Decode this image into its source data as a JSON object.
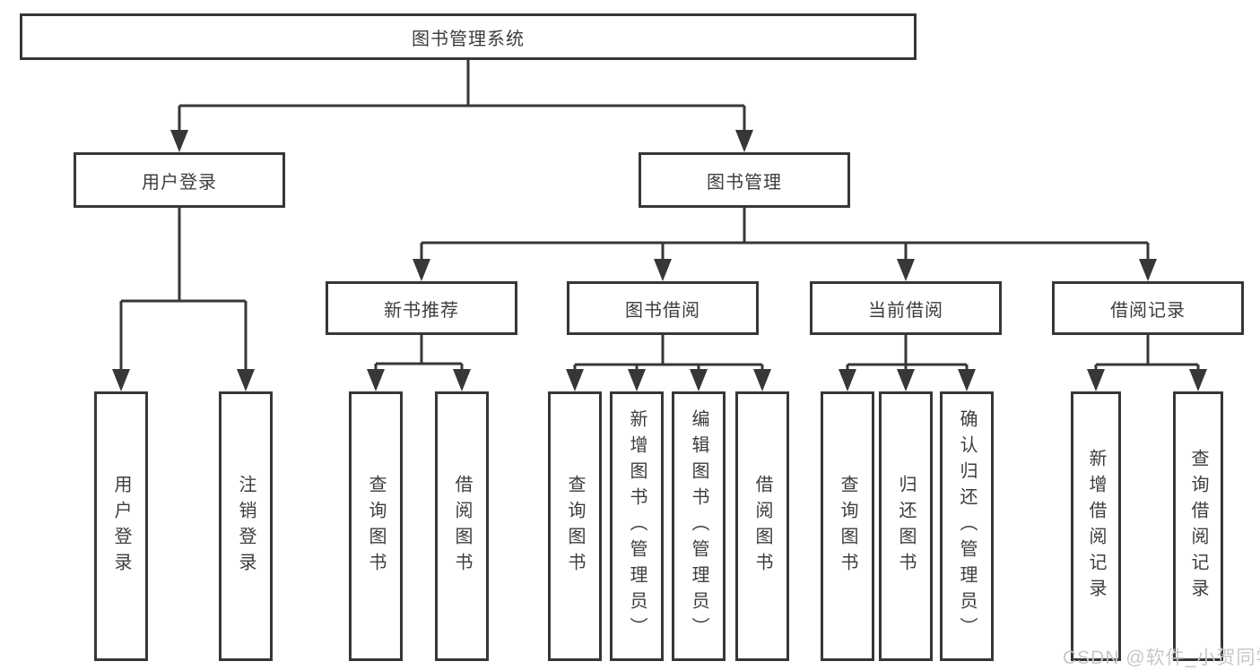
{
  "tree": {
    "label": "图书管理系统",
    "children": [
      {
        "label": "用户登录",
        "children": [
          {
            "label": "用户登录"
          },
          {
            "label": "注销登录"
          }
        ]
      },
      {
        "label": "图书管理",
        "children": [
          {
            "label": "新书推荐",
            "children": [
              {
                "label": "查询图书"
              },
              {
                "label": "借阅图书"
              }
            ]
          },
          {
            "label": "图书借阅",
            "children": [
              {
                "label": "查询图书"
              },
              {
                "label": "新增图书（管理员）"
              },
              {
                "label": "编辑图书（管理员）"
              },
              {
                "label": "借阅图书"
              }
            ]
          },
          {
            "label": "当前借阅",
            "children": [
              {
                "label": "查询图书"
              },
              {
                "label": "归还图书"
              },
              {
                "label": "确认归还（管理员）"
              }
            ]
          },
          {
            "label": "借阅记录",
            "children": [
              {
                "label": "新增借阅记录"
              },
              {
                "label": "查询借阅记录"
              }
            ]
          }
        ]
      }
    ]
  },
  "watermark": "CSDN @软件_小贺同学",
  "colors": {
    "line": "#373737",
    "text": "#3d3d3d",
    "box_background": "#ffffff",
    "page_background": "#ffffff",
    "watermark": "#c7c7c7"
  }
}
